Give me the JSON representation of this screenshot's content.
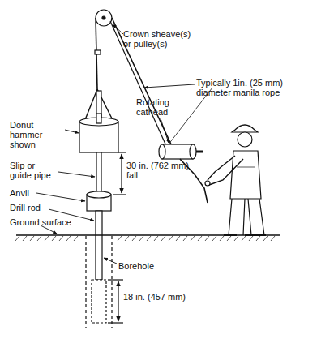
{
  "diagram": {
    "labels": [
      "Crown sheave(s) or pulley(s)",
      "Typically 1in. (25 mm) diameter manila rope",
      "Rotating cathead",
      "Donut hammer shown",
      "30 in. (762 mm) fall",
      "Slip or guide pipe",
      "Anvil",
      "Drill rod",
      "Ground surface",
      "Borehole",
      "18 in. (457 mm)"
    ]
  }
}
